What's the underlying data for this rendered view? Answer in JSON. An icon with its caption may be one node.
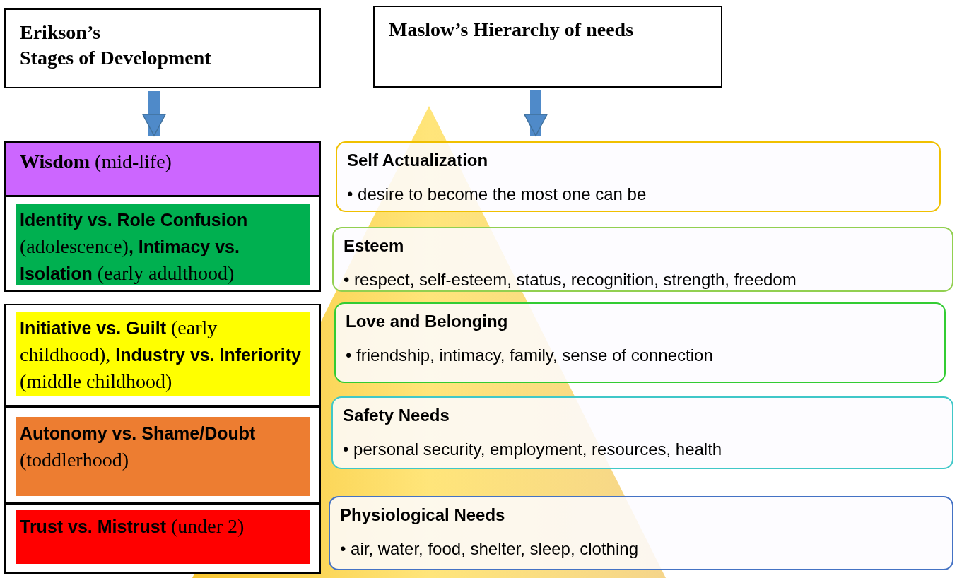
{
  "diagram": {
    "nodes": [
      {
        "text": [
          "Erikson’s",
          "Stages of Development"
        ]
      },
      {
        "text": [
          "Maslow’s Hierarchy of needs"
        ]
      },
      {
        "text": [
          "**Wisdom** (mid-life)"
        ]
      },
      {
        "text": [
          "**Identity vs. Role Confusion** (adolescence)**, Intimacy vs. Isolation** (early adulthood)"
        ]
      },
      {
        "text": [
          "**Initiative vs. Guilt** (early childhood), **Industry vs. Inferiority** (middle childhood)"
        ]
      },
      {
        "text": [
          "**Autonomy vs. Shame/Doubt** (toddlerhood)"
        ]
      },
      {
        "text": [
          "**Trust vs. Mistrust** (under 2)"
        ]
      },
      {
        "text": [
          "Self Actualization",
          "• desire to become the most one can be"
        ]
      },
      {
        "text": [
          "Esteem",
          "• respect, self-esteem, status, recognition, strength, freedom"
        ]
      },
      {
        "text": [
          "Love and Belonging",
          "• friendship, intimacy, family, sense of connection"
        ]
      },
      {
        "text": [
          "Safety Needs",
          "• personal security, employment, resources, health"
        ]
      },
      {
        "text": [
          "Physiological Needs",
          "• air, water, food, shelter, sleep, clothing"
        ]
      }
    ],
    "edges": [
      {
        "from": 0,
        "to": 2,
        "arrow": "to"
      },
      {
        "from": 1,
        "to": 7,
        "arrow": "to"
      }
    ]
  }
}
